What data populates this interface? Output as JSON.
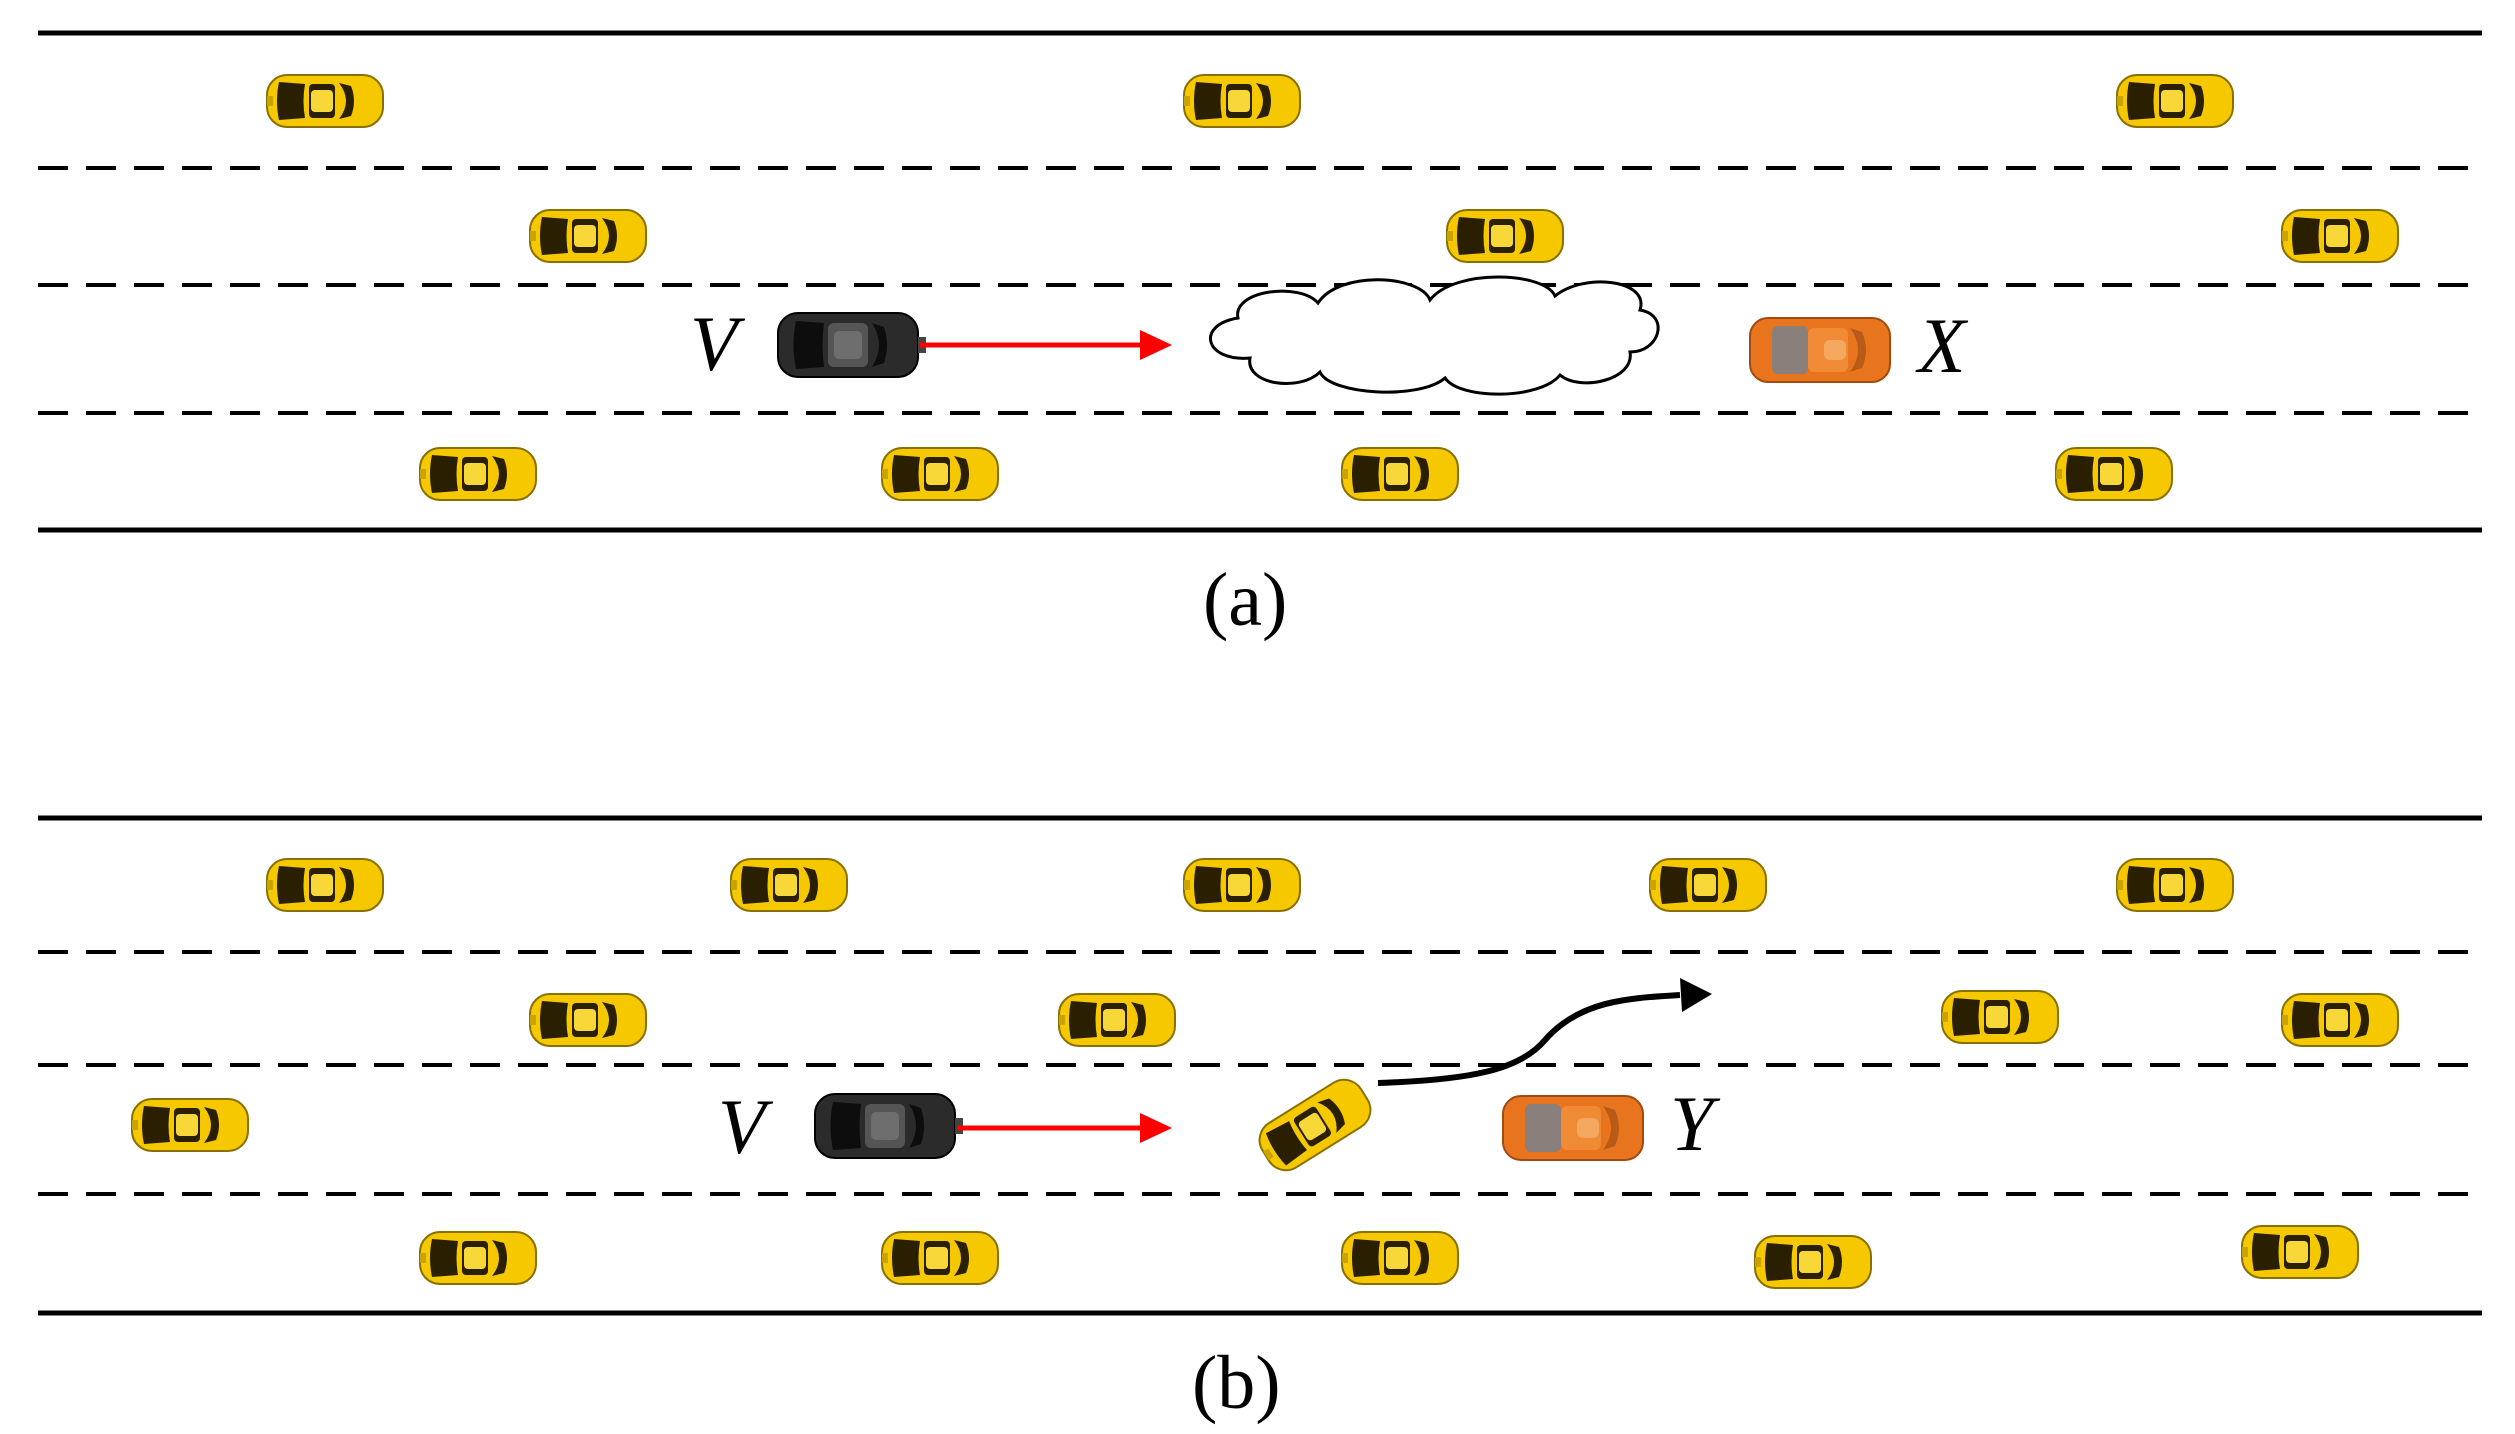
{
  "panels": [
    {
      "caption": "(a)",
      "subject_label": "V",
      "target_label": "X",
      "obstruction": "fog-cloud",
      "lanes": 4,
      "colors": {
        "ego": "#2b2b2b",
        "target": "#e8741e",
        "traffic": "#f5c800",
        "arrow": "#ff0000"
      }
    },
    {
      "caption": "(b)",
      "subject_label": "V",
      "target_label": "Y",
      "obstruction": "lane-changing-vehicle",
      "lanes": 4,
      "colors": {
        "ego": "#2b2b2b",
        "target": "#e8741e",
        "traffic": "#f5c800",
        "arrow": "#ff0000",
        "path": "#000000"
      }
    }
  ]
}
